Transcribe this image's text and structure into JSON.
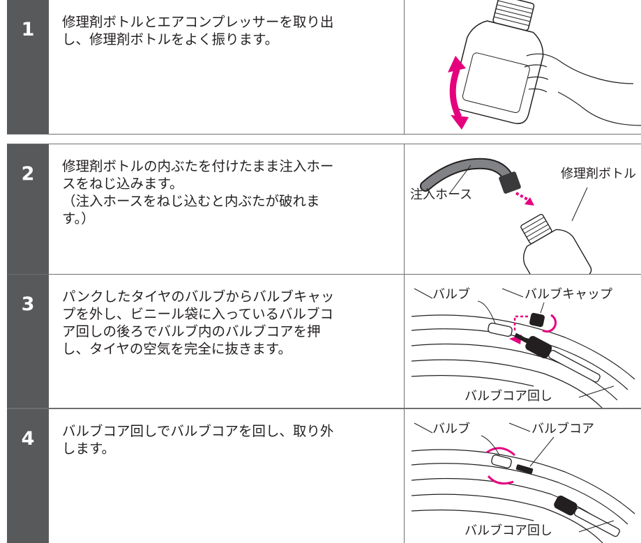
{
  "steps": [
    {
      "number": "1",
      "lines": [
        "修理剤ボトルとエアコンプレッサーを取り出",
        "し、修理剤ボトルをよく振ります。"
      ],
      "illustration_labels": []
    },
    {
      "number": "2",
      "lines": [
        "修理剤ボトルの内ぶたを付けたまま注入ホー",
        "スをねじ込みます。",
        "（注入ホースをねじ込むと内ぶたが破れま",
        "す。）"
      ],
      "illustration_labels": {
        "hose": "注入ホース",
        "bottle": "修理剤ボトル"
      }
    },
    {
      "number": "3",
      "lines": [
        "パンクしたタイヤのバルブからバルブキャッ",
        "プを外し、ビニール袋に入っているバルブコ",
        "ア回しの後ろでバルブ内のバルブコアを押",
        "し、タイヤの空気を完全に抜きます。"
      ],
      "illustration_labels": {
        "valve": "バルブ",
        "valve_cap": "バルブキャップ",
        "core_tool": "バルブコア回し"
      }
    },
    {
      "number": "4",
      "lines": [
        "バルブコア回しでバルブコアを回し、取り外",
        "します。"
      ],
      "illustration_labels": {
        "valve": "バルブ",
        "valve_core": "バルブコア",
        "core_tool": "バルブコア回し"
      }
    }
  ],
  "colors": {
    "number_bg": "#58595b",
    "rule": "#6d6e70",
    "accent_magenta": "#e5007e"
  }
}
